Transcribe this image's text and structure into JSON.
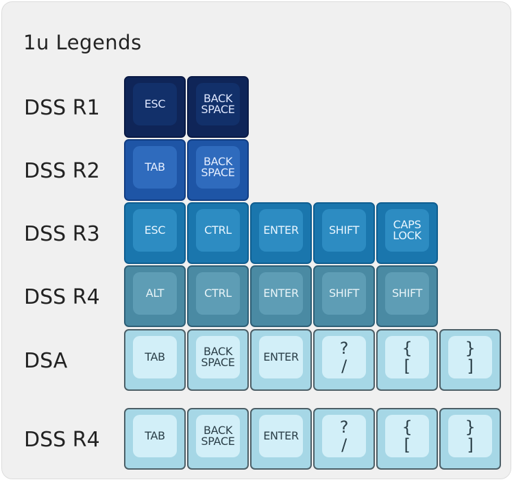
{
  "title": "1u Legends",
  "rows": [
    {
      "label": "DSS R1",
      "keys": [
        "ESC",
        "BACK\nSPACE"
      ]
    },
    {
      "label": "DSS R2",
      "keys": [
        "TAB",
        "BACK\nSPACE"
      ]
    },
    {
      "label": "DSS R3",
      "keys": [
        "ESC",
        "CTRL",
        "ENTER",
        "SHIFT",
        "CAPS\nLOCK"
      ]
    },
    {
      "label": "DSS R4",
      "keys": [
        "ALT",
        "CTRL",
        "ENTER",
        "SHIFT",
        "SHIFT"
      ]
    },
    {
      "label": "DSA",
      "keys": [
        "TAB",
        "BACK\nSPACE",
        "ENTER",
        "?\n/",
        "{\n[",
        "}\n]"
      ]
    },
    {
      "label": "DSS R4",
      "keys": [
        "TAB",
        "BACK\nSPACE",
        "ENTER",
        "?\n/",
        "{\n[",
        "}\n]"
      ]
    }
  ],
  "colors": {
    "r1": {
      "border": "#0a1a45",
      "side": "#0f2558",
      "top": "#12306a",
      "text": "#e0e8ff"
    },
    "r2": {
      "border": "#123d82",
      "side": "#1e55a6",
      "top": "#2f6bbd",
      "text": "#e6efff"
    },
    "r3": {
      "border": "#0f5d8f",
      "side": "#1a76ad",
      "top": "#2d8cc2",
      "text": "#eaf6ff"
    },
    "r4": {
      "border": "#2e5e75",
      "side": "#4a8aa3",
      "top": "#5e9db5",
      "text": "#e8f4f8"
    },
    "light": {
      "border": "#4b5e66",
      "side": "#a6d7e6",
      "top": "#d2eff8",
      "text": "#2a3e47"
    }
  }
}
